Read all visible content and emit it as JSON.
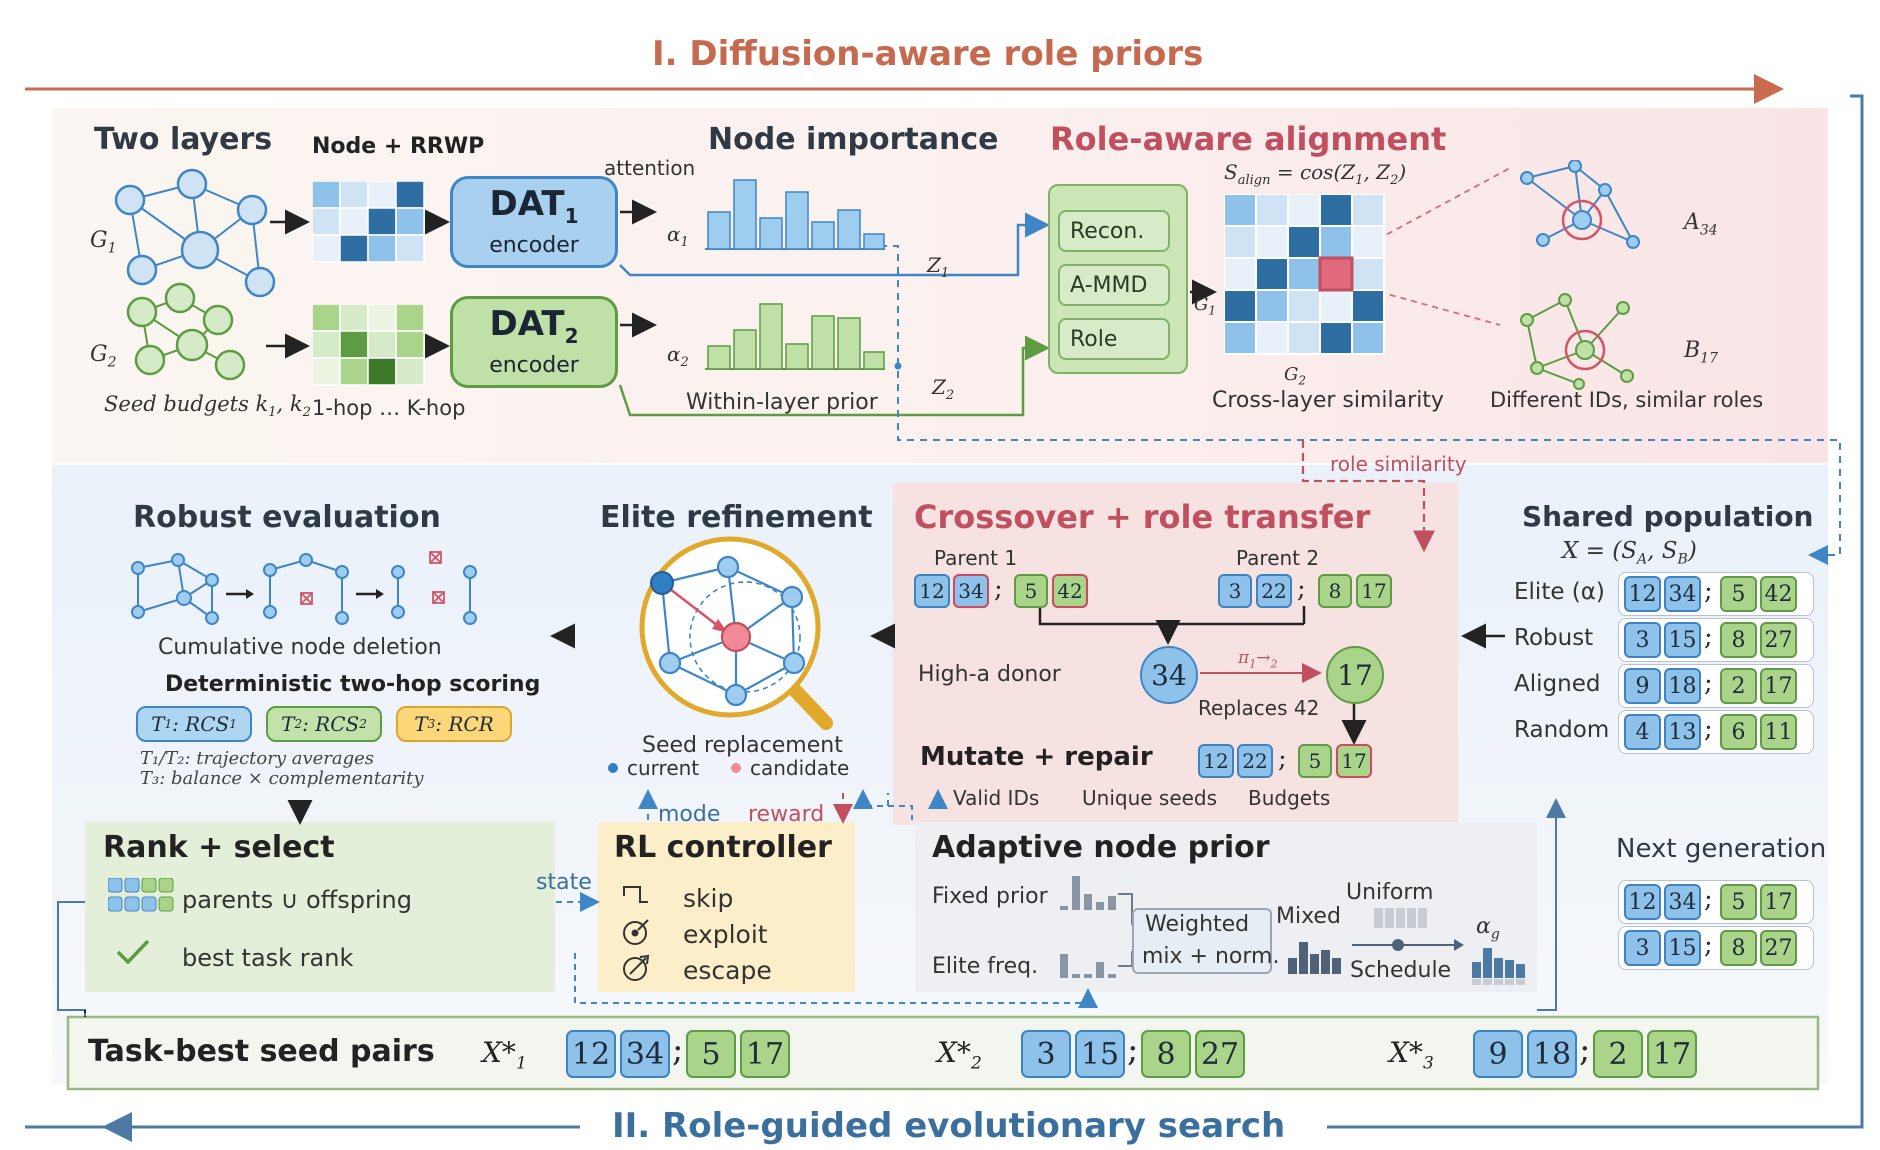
{
  "top_title": "I. Diffusion-aware role priors",
  "bottom_title": "II. Role-guided evolutionary search",
  "stage1": {
    "two_layers": "Two layers",
    "g1": "G",
    "g1_sub": "1",
    "g2": "G",
    "g2_sub": "2",
    "seed_budgets": "Seed budgets k",
    "seed_budgets_rest": ", k",
    "seed_k1_sub": "1",
    "seed_k2_sub": "2",
    "node_rrwp": "Node + RRWP",
    "hop_label": "1-hop … K-hop",
    "attention": "attention",
    "dat1_name": "DAT",
    "dat1_sub": "1",
    "dat2_name": "DAT",
    "dat2_sub": "2",
    "encoder": "encoder",
    "node_importance": "Node importance",
    "alpha1": "α",
    "alpha1_sub": "1",
    "alpha2": "α",
    "alpha2_sub": "2",
    "within_layer_prior": "Within-layer prior",
    "z1": "Z",
    "z1_sub": "1",
    "z2": "Z",
    "z2_sub": "2",
    "role_alignment": "Role-aware alignment",
    "modules": [
      "Recon.",
      "A-MMD",
      "Role"
    ],
    "s_align": "S",
    "s_align_sub": "align",
    "s_align_rest": " = cos(Z",
    "s_align_z1_sub": "1",
    "s_align_mid": ", Z",
    "s_align_z2_sub": "2",
    "s_align_end": ")",
    "heat_g1": "G",
    "heat_g1_sub": "1",
    "heat_g2": "G",
    "heat_g2_sub": "2",
    "cross_layer": "Cross-layer similarity",
    "a34": "A",
    "a34_sub": "34",
    "b17": "B",
    "b17_sub": "17",
    "different_ids": "Different IDs, similar roles",
    "role_similarity": "role similarity"
  },
  "stage2": {
    "robust_eval": "Robust evaluation",
    "cum_deletion": "Cumulative node deletion",
    "det_scoring": "Deterministic two-hop scoring",
    "t1": "T",
    "t1_sub": "1",
    "t1_rest": ": RCS",
    "t1_rest_sub": "1",
    "t2": "T",
    "t2_sub": "2",
    "t2_rest": ": RCS",
    "t2_rest_sub": "2",
    "t3": "T",
    "t3_sub": "3",
    "t3_rest": ": RCR",
    "traj_note": "T₁/T₂: trajectory averages",
    "balance_note": "T₃: balance × complementarity",
    "elite_refine": "Elite refinement",
    "seed_replacement": "Seed replacement",
    "legend_current": "current",
    "legend_candidate": "candidate",
    "crossover": "Crossover + role transfer",
    "parent1": "Parent 1",
    "parent2": "Parent 2",
    "parent1_ids": [
      "12",
      "34",
      "5",
      "42"
    ],
    "parent2_ids": [
      "3",
      "22",
      "8",
      "17"
    ],
    "high_donor": "High-a donor",
    "donor_node": "34",
    "target_node": "17",
    "pi": "π",
    "pi_sub": "1",
    "pi_arrow": "→",
    "pi_sub2": "2",
    "replaces": "Replaces 42",
    "mutate_repair": "Mutate + repair",
    "child_ids": [
      "12",
      "22",
      "5",
      "17"
    ],
    "valid_ids": "Valid IDs",
    "unique_seeds": "Unique seeds",
    "budgets": "Budgets",
    "semi": ";",
    "shared_pop": "Shared population",
    "x_eq": "X = (S",
    "x_sa_sub": "A",
    "x_mid": ", S",
    "x_sb_sub": "B",
    "x_end": ")",
    "pop_rows": [
      {
        "label": "Elite (α)",
        "ids": [
          "12",
          "34",
          "5",
          "42"
        ]
      },
      {
        "label": "Robust",
        "ids": [
          "3",
          "15",
          "8",
          "27"
        ]
      },
      {
        "label": "Aligned",
        "ids": [
          "9",
          "18",
          "2",
          "17"
        ]
      },
      {
        "label": "Random",
        "ids": [
          "4",
          "13",
          "6",
          "11"
        ]
      }
    ],
    "next_gen": "Next generation",
    "next_rows": [
      [
        "12",
        "34",
        "5",
        "17"
      ],
      [
        "3",
        "15",
        "8",
        "27"
      ]
    ],
    "rank_select": "Rank + select",
    "parents_offspring": "parents ∪ offspring",
    "best_task_rank": "best task rank",
    "state": "state",
    "mode": "mode",
    "reward": "reward",
    "rl_controller": "RL controller",
    "rl_actions": [
      "skip",
      "exploit",
      "escape"
    ],
    "adaptive_prior": "Adaptive node prior",
    "fixed_prior": "Fixed prior",
    "elite_freq": "Elite freq.",
    "weighted": "Weighted",
    "mix_norm": "mix + norm.",
    "mixed": "Mixed",
    "uniform": "Uniform",
    "schedule": "Schedule",
    "alpha_g": "α",
    "alpha_g_sub": "g",
    "task_best": "Task-best seed pairs",
    "best_pairs": [
      {
        "label": "X*",
        "sub": "1",
        "ids": [
          "12",
          "34",
          "5",
          "17"
        ]
      },
      {
        "label": "X*",
        "sub": "2",
        "ids": [
          "3",
          "15",
          "8",
          "27"
        ]
      },
      {
        "label": "X*",
        "sub": "3",
        "ids": [
          "9",
          "18",
          "2",
          "17"
        ]
      }
    ]
  },
  "colors": {
    "accent_red": "#c0505f",
    "accent_blue": "#3f6f9c",
    "blue_fill": "#8fc2ea",
    "green_fill": "#a9d48a"
  }
}
